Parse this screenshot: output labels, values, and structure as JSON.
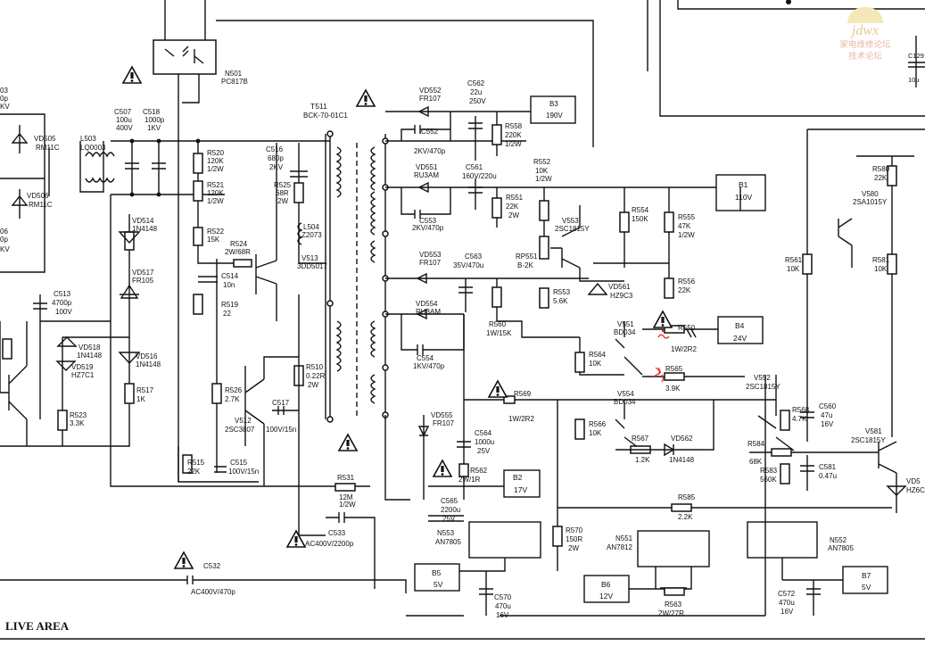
{
  "watermark": {
    "brand": "jdwx",
    "line1": "家电维修论坛",
    "line2": "技术论坛"
  },
  "area_label": "LIVE AREA",
  "components": {
    "n501": [
      "N501",
      "PC817B"
    ],
    "t511": [
      "T511",
      "BCK-70-01C1"
    ],
    "vd505": [
      "VD505",
      "RM11C"
    ],
    "vd506": [
      "VD506",
      "RM11C"
    ],
    "l503": [
      "L503",
      "LQ0003"
    ],
    "c507": [
      "C507",
      "100u",
      "400V"
    ],
    "c518": [
      "C518",
      "1000p",
      "1KV"
    ],
    "r520": [
      "R520",
      "120K",
      "1/2W"
    ],
    "r521": [
      "R521",
      "120K",
      "1/2W"
    ],
    "r522": [
      "R522",
      "15K"
    ],
    "vd514": [
      "VD514",
      "1N4148"
    ],
    "vd517": [
      "VD517",
      "FR105"
    ],
    "r524": [
      "R524",
      "2W/68R"
    ],
    "c514": [
      "C514",
      "10n"
    ],
    "r519": [
      "R519",
      "22"
    ],
    "c516": [
      "C516",
      "680p",
      "2KV"
    ],
    "r525": [
      "R525",
      "68R",
      "2W"
    ],
    "l504": [
      "L504",
      "Z2073"
    ],
    "v513": [
      "V513",
      "3DD5017"
    ],
    "c513": [
      "C513",
      "4700p",
      "100V"
    ],
    "vd518": [
      "VD518",
      "1N4148"
    ],
    "vd519": [
      "VD519",
      "HZ7C1"
    ],
    "vd516": [
      "VD516",
      "1N4148"
    ],
    "r517": [
      "R517",
      "1K"
    ],
    "r523": [
      "R523",
      "3.3K"
    ],
    "r526": [
      "R526",
      "2.7K"
    ],
    "v512": [
      "V512",
      "2SC3807"
    ],
    "c517": [
      "C517",
      "100V/15n"
    ],
    "r515": [
      "R515",
      "22K"
    ],
    "c515": [
      "C515",
      "100V/15n"
    ],
    "r510": [
      "R510",
      "0.22R",
      "2W"
    ],
    "r531": [
      "R531",
      "12M",
      "1/2W"
    ],
    "c533": [
      "C533",
      "AC400V/2200p"
    ],
    "c532": [
      "C532",
      "AC400V/470p"
    ],
    "vd552": [
      "VD552",
      "FR107"
    ],
    "c562": [
      "C562",
      "22u",
      "250V"
    ],
    "c552": [
      "C552",
      "2KV/470p"
    ],
    "r558": [
      "R558",
      "220K",
      "1/2W"
    ],
    "b3": [
      "B3",
      "190V"
    ],
    "vd551": [
      "VD551",
      "RU3AM"
    ],
    "c561": [
      "C561",
      "160V/220u"
    ],
    "c553": [
      "C553",
      "2KV/470p"
    ],
    "r551": [
      "R551",
      "22K",
      "2W"
    ],
    "r552": [
      "R552",
      "10K",
      "1/2W"
    ],
    "b1": [
      "B1",
      "110V"
    ],
    "v553": [
      "V553",
      "2SC1815Y"
    ],
    "rp551": [
      "RP551",
      "B-2K"
    ],
    "r553": [
      "R553",
      "5.6K"
    ],
    "r554": [
      "R554",
      "150K"
    ],
    "r555": [
      "R555",
      "47K",
      "1/2W"
    ],
    "vd561": [
      "VD561",
      "HZ9C3"
    ],
    "r556": [
      "R556",
      "22K"
    ],
    "vd553": [
      "VD553",
      "FR107"
    ],
    "c563": [
      "C563",
      "35V/470u"
    ],
    "r560": [
      "R560",
      "1W/15K"
    ],
    "vd554": [
      "VD554",
      "RU3AM"
    ],
    "c554": [
      "C554",
      "1KV/470p"
    ],
    "v551": [
      "V551",
      "BD034"
    ],
    "r550": [
      "R550",
      "1W/2R2"
    ],
    "b4": [
      "B4",
      "24V"
    ],
    "r564": [
      "R564",
      "10K"
    ],
    "r565": [
      "R565",
      "3.9K"
    ],
    "r569": [
      "R569",
      "1W/2R2"
    ],
    "v554": [
      "V554",
      "BD034"
    ],
    "vd555": [
      "VD555",
      "FR107"
    ],
    "c564": [
      "C564",
      "1000u",
      "25V"
    ],
    "r566": [
      "R566",
      "10K"
    ],
    "r567": [
      "R567",
      "1.2K"
    ],
    "vd562": [
      "VD562",
      "1N4148"
    ],
    "r562": [
      "R562",
      "2W/1R"
    ],
    "b2": [
      "B2",
      "17V"
    ],
    "c565": [
      "C565",
      "2200u",
      "25V"
    ],
    "n553": [
      "N553",
      "AN7805"
    ],
    "r570": [
      "R570",
      "150R",
      "2W"
    ],
    "n551": [
      "N551",
      "AN7812"
    ],
    "r585": [
      "R585",
      "2.2K"
    ],
    "b5": [
      "B5",
      "5V"
    ],
    "c570": [
      "C570",
      "470u",
      "16V"
    ],
    "b6": [
      "B6",
      "12V"
    ],
    "r563": [
      "R563",
      "2W/27R"
    ],
    "n552": [
      "N552",
      "AN7805"
    ],
    "c572": [
      "C572",
      "470u",
      "16V"
    ],
    "b7": [
      "B7",
      "5V"
    ],
    "r561": [
      "R561",
      "10K"
    ],
    "r580": [
      "R580",
      "22K"
    ],
    "v580": [
      "V580",
      "2SA1015Y"
    ],
    "r581": [
      "R581",
      "10K"
    ],
    "v552": [
      "V552",
      "2SC1815Y"
    ],
    "r568": [
      "R568",
      "4.7K"
    ],
    "c560": [
      "C560",
      "47u",
      "16V"
    ],
    "r584": [
      "R584",
      "68K"
    ],
    "r583": [
      "R583",
      "560K"
    ],
    "c581": [
      "C581",
      "0.47u"
    ],
    "v581": [
      "V581",
      "2SC1815Y"
    ],
    "c129": [
      "C129",
      "10u"
    ],
    "cut_a": [
      "03",
      "0p",
      "KV"
    ],
    "cut_b": [
      "06",
      "0p",
      "KV"
    ],
    "vd58x": [
      "VD5",
      "HZ6C"
    ]
  },
  "colors": {
    "ink": "#111111",
    "paper": "#ffffff",
    "annotation": "#e3261f",
    "watermark": "#e8c98c"
  }
}
